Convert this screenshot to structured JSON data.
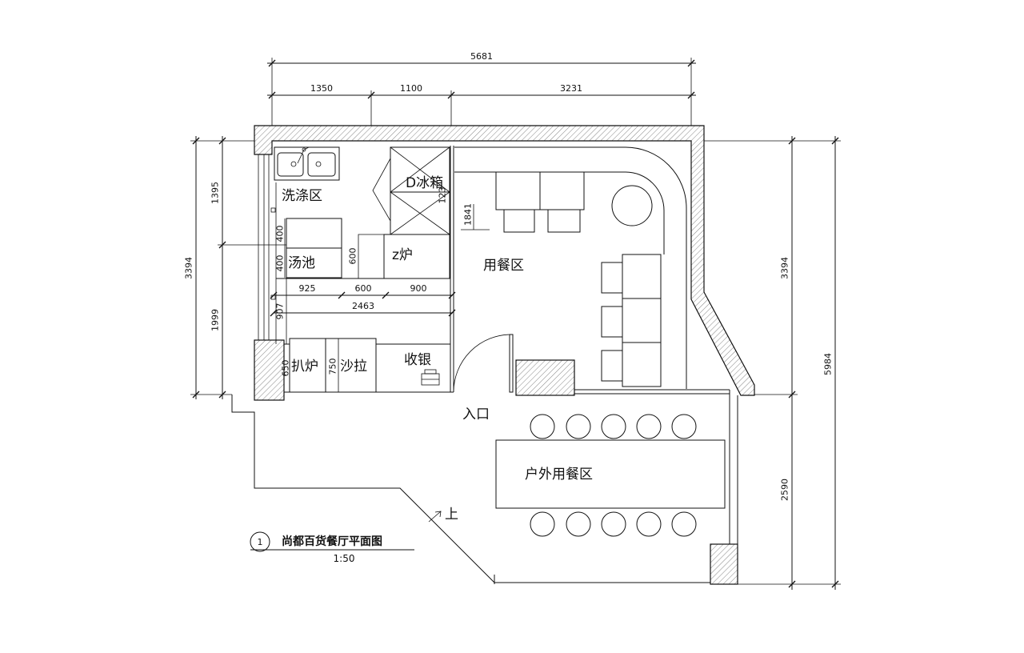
{
  "drawing": {
    "number": "1",
    "title": "尚都百货餐厅平面图",
    "scale": "1:50"
  },
  "dimensions": {
    "top_overall": "5681",
    "top_segments": [
      "1350",
      "1100",
      "3231"
    ],
    "left_overall": "3394",
    "left_segments": [
      "1395",
      "1999"
    ],
    "right_upper": "3394",
    "right_overall": "5984",
    "right_lower": "2590",
    "fridge_depth": "123",
    "bar_depth": "1841",
    "soup_pool": [
      "400",
      "400"
    ],
    "stove_depth": "600",
    "counter_segments": [
      "925",
      "600",
      "900"
    ],
    "counter_total": "2463",
    "aisle_width": "907",
    "grill_depth": "650",
    "salad_depth": "750"
  },
  "areas": {
    "washing": "洗涤区",
    "fridge": "D冰箱",
    "soup_pool": "汤池",
    "stove": "z炉",
    "dining": "用餐区",
    "grill": "扒炉",
    "salad": "沙拉",
    "cashier": "收银",
    "entrance": "入口",
    "outdoor_dining": "户外用餐区",
    "stairs_up": "上"
  }
}
